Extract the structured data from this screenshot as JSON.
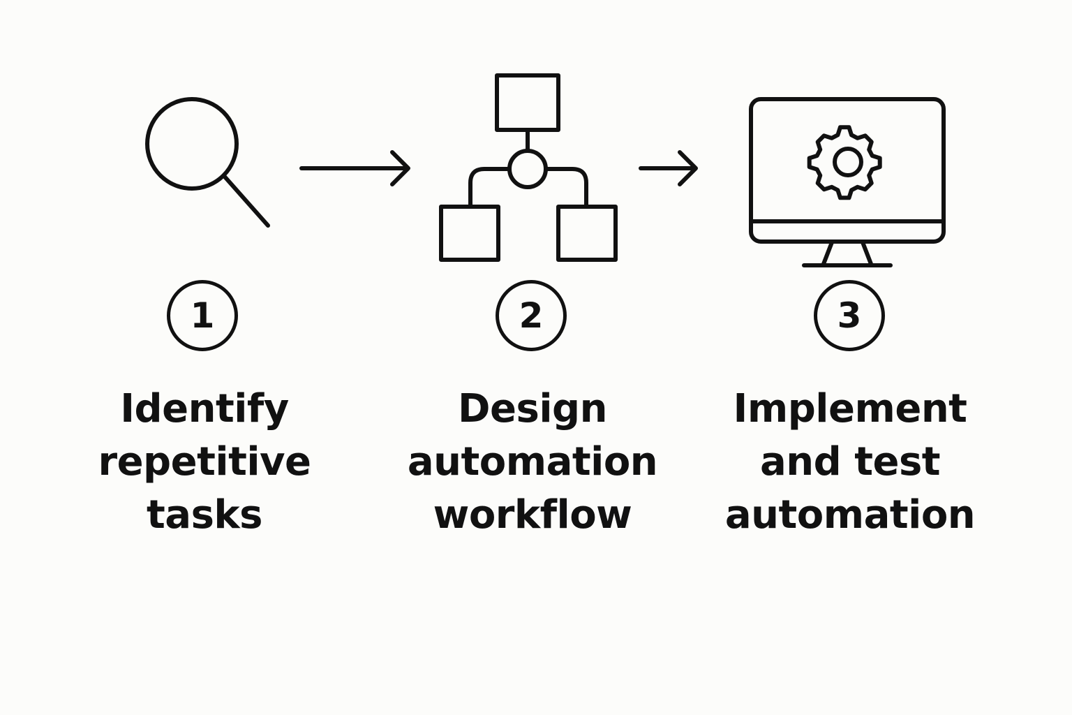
{
  "colors": {
    "background": "#fcfcfa",
    "ink": "#111111"
  },
  "steps": [
    {
      "number": "1",
      "icon": "magnifier-icon",
      "label_lines": [
        "Identify",
        "repetitive",
        "tasks"
      ]
    },
    {
      "number": "2",
      "icon": "workflow-diagram-icon",
      "label_lines": [
        "Design",
        "automation",
        "workflow"
      ]
    },
    {
      "number": "3",
      "icon": "monitor-gear-icon",
      "label_lines": [
        "Implement",
        "and test",
        "automation"
      ]
    }
  ],
  "connectors": [
    {
      "from": "1",
      "to": "2",
      "icon": "arrow-right-icon"
    },
    {
      "from": "2",
      "to": "3",
      "icon": "arrow-right-icon"
    }
  ]
}
